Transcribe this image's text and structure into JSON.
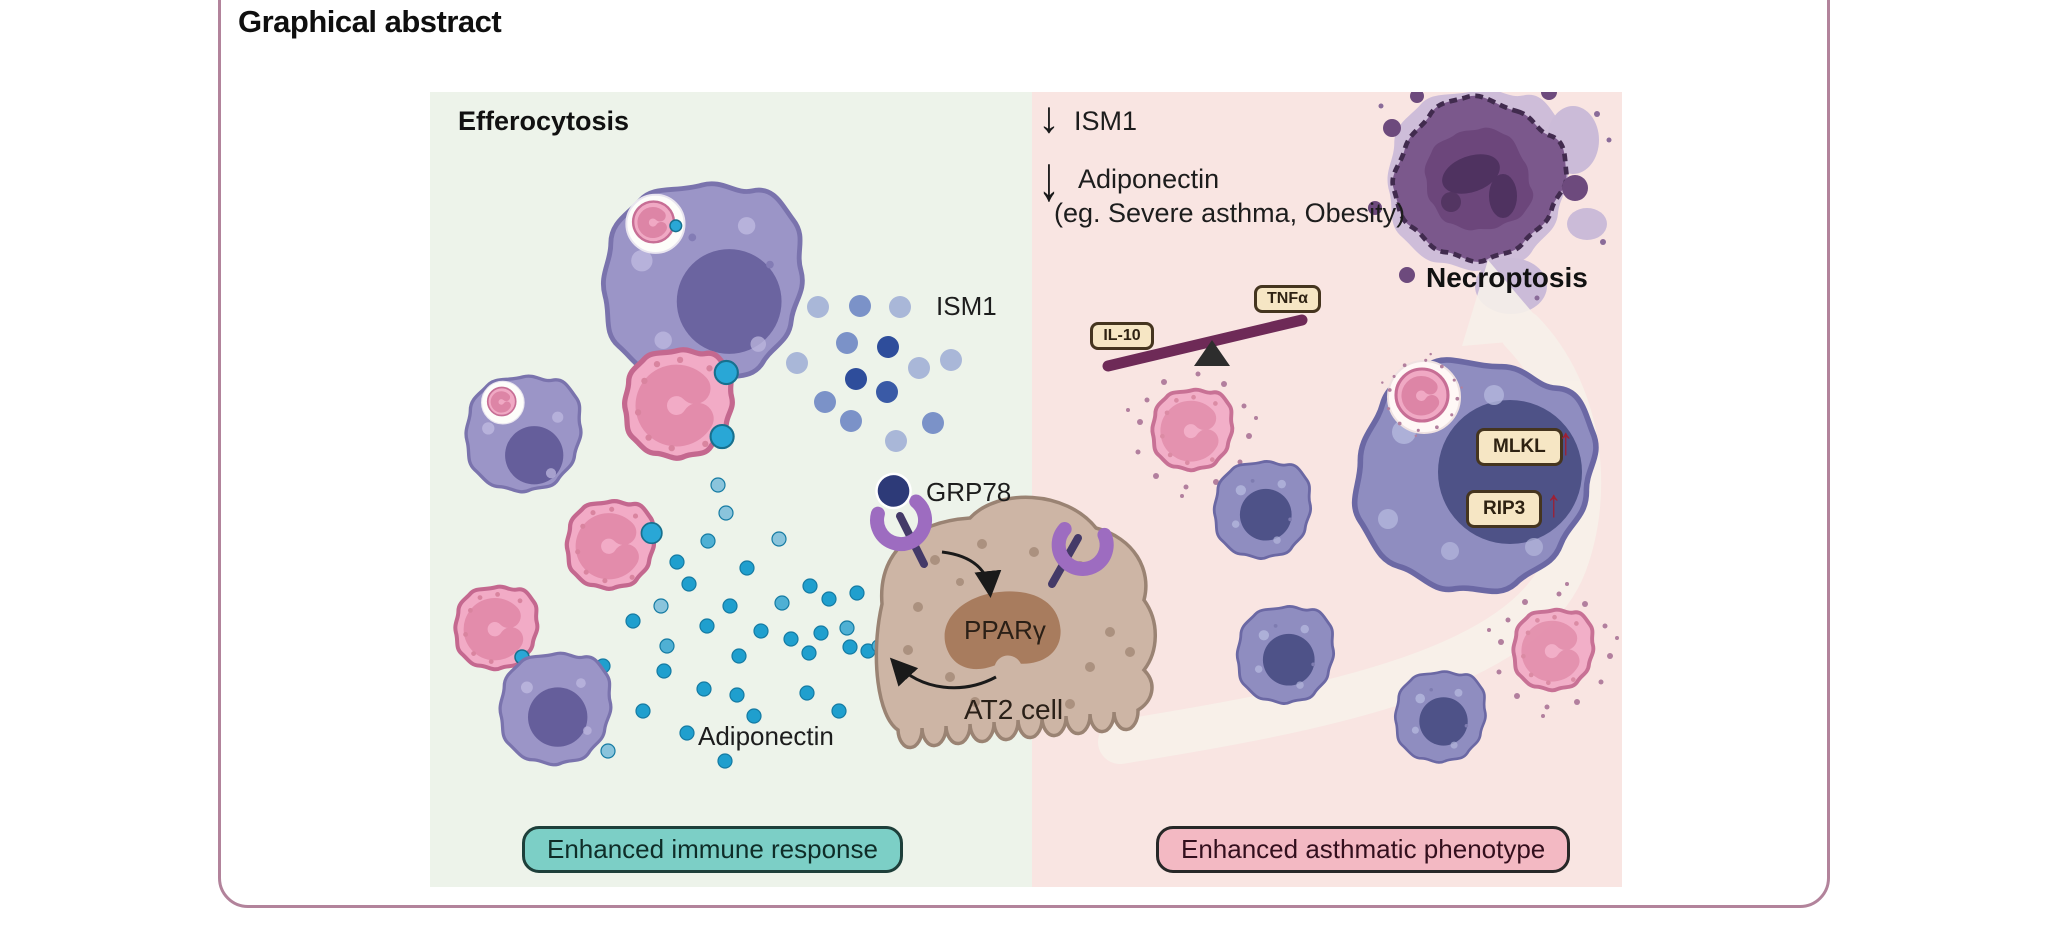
{
  "title": "Graphical abstract",
  "glyphs": {
    "down_arrow": "↓",
    "up_arrow": "↑"
  },
  "left_panel": {
    "heading": "Efferocytosis",
    "ism1_label": "ISM1",
    "grp78_label": "GRP78",
    "ppargamma_label": "PPARγ",
    "at2_label": "AT2 cell",
    "adiponectin_label": "Adiponectin",
    "badge": "Enhanced immune response"
  },
  "right_panel": {
    "decrease_1": "ISM1",
    "decrease_2": "Adiponectin",
    "decrease_note": "(eg. Severe asthma, Obesity)",
    "necroptosis_label": "Necroptosis",
    "seesaw_low": "IL-10",
    "seesaw_high": "TNFα",
    "marker_1": "MLKL",
    "marker_2": "RIP3",
    "badge": "Enhanced asthmatic phenotype"
  },
  "colors": {
    "frame": "#b2839b",
    "panel_left_bg": "#edf3ea",
    "panel_right_bg": "#f9e5e2",
    "badge_left_bg": "#7ccfc6",
    "badge_right_bg": "#f3b9c3",
    "marker_arrow_red": "#9e2033",
    "adiponectin_dot": "#1f9fce",
    "ism1_dot_dark": "#2e4d9b"
  }
}
